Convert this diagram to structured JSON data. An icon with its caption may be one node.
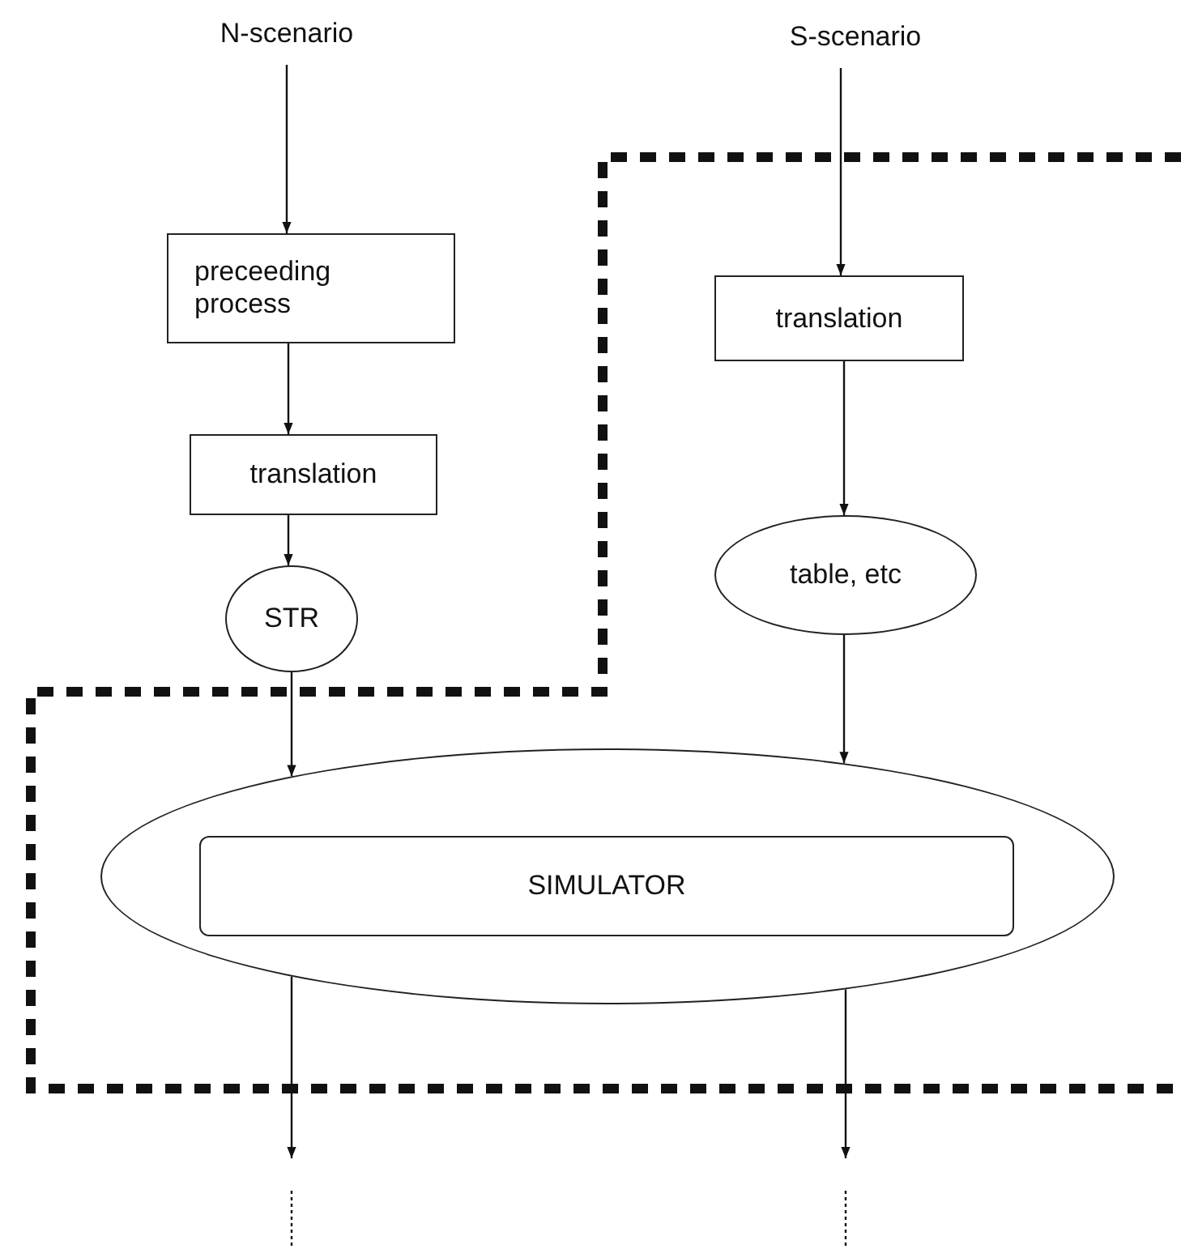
{
  "diagram": {
    "nodes": [
      {
        "text": [
          "N-scenario"
        ]
      },
      {
        "text": [
          "S-scenario"
        ]
      },
      {
        "text": [
          "preceeding process"
        ]
      },
      {
        "text": [
          "translation"
        ]
      },
      {
        "text": [
          "STR"
        ]
      },
      {
        "text": [
          "translation"
        ]
      },
      {
        "text": [
          "table, etc"
        ]
      },
      {
        "text": [],
        "shape": "ellipse"
      },
      {
        "text": [
          "SIMULATOR"
        ],
        "in": 7
      }
    ],
    "edges": [
      {
        "from": 0,
        "to": 2,
        "arrow": "to"
      },
      {
        "from": 2,
        "to": 3,
        "arrow": "to"
      },
      {
        "from": 3,
        "to": 4,
        "arrow": "to"
      },
      {
        "from": 4,
        "to": 7,
        "arrow": "to"
      },
      {
        "from": 1,
        "to": 5,
        "arrow": "to"
      },
      {
        "from": 5,
        "to": 6,
        "arrow": "to"
      },
      {
        "from": 6,
        "to": 7,
        "arrow": "to"
      },
      {
        "from": 7,
        "to": null,
        "arrow": "to"
      },
      {
        "from": 7,
        "to": null,
        "arrow": "to"
      }
    ]
  }
}
